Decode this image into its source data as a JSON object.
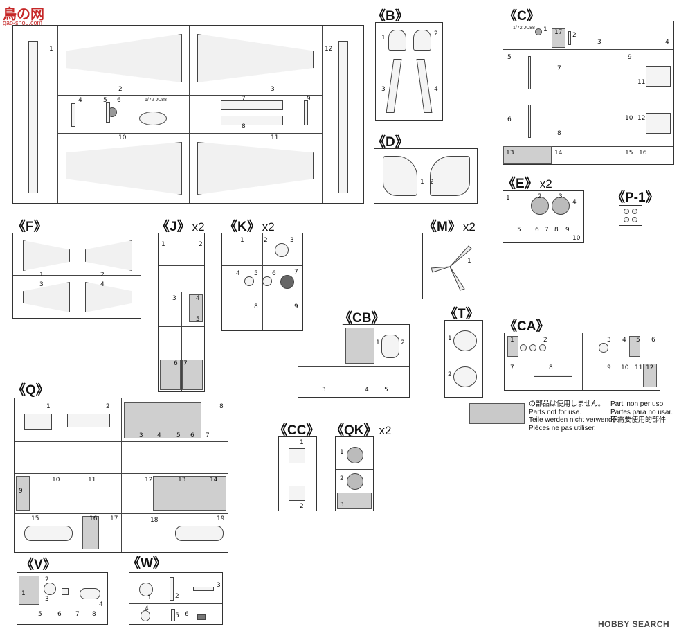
{
  "watermark": {
    "logo_text": "鳥の网",
    "logo_sub": "gao-shou.com",
    "brand": "HOBBY SEARCH"
  },
  "sprues": {
    "A": {
      "title": "",
      "nums": [
        "1",
        "2",
        "3",
        "4",
        "5",
        "6",
        "7",
        "8",
        "9",
        "10",
        "11",
        "12"
      ],
      "stamp": "1/72 JU88"
    },
    "B": {
      "title": "《B》",
      "nums": [
        "1",
        "2",
        "3",
        "4"
      ]
    },
    "C": {
      "title": "《C》",
      "nums": [
        "1",
        "2",
        "3",
        "4",
        "5",
        "6",
        "7",
        "8",
        "9",
        "10",
        "11",
        "12",
        "13",
        "14",
        "15",
        "16",
        "17"
      ],
      "stamp": "1/72 JU88"
    },
    "D": {
      "title": "《D》",
      "nums": [
        "1",
        "2"
      ]
    },
    "E": {
      "title": "《E》",
      "mult": "x2",
      "nums": [
        "1",
        "2",
        "3",
        "4",
        "5",
        "6",
        "7",
        "8",
        "9",
        "10"
      ]
    },
    "P1": {
      "title": "《P-1》"
    },
    "F": {
      "title": "《F》",
      "nums": [
        "1",
        "2",
        "3",
        "4"
      ]
    },
    "J": {
      "title": "《J》",
      "mult": "x2",
      "nums": [
        "1",
        "2",
        "3",
        "4",
        "5",
        "6",
        "7"
      ]
    },
    "K": {
      "title": "《K》",
      "mult": "x2",
      "nums": [
        "1",
        "2",
        "3",
        "4",
        "5",
        "6",
        "7",
        "8",
        "9"
      ]
    },
    "M": {
      "title": "《M》",
      "mult": "x2",
      "nums": [
        "1"
      ]
    },
    "CB": {
      "title": "《CB》",
      "nums": [
        "1",
        "2",
        "3",
        "4",
        "5"
      ]
    },
    "T": {
      "title": "《T》",
      "nums": [
        "1",
        "2"
      ]
    },
    "CA": {
      "title": "《CA》",
      "nums": [
        "1",
        "2",
        "3",
        "4",
        "5",
        "6",
        "7",
        "8",
        "9",
        "10",
        "11",
        "12"
      ]
    },
    "Q": {
      "title": "《Q》",
      "nums": [
        "1",
        "2",
        "3",
        "4",
        "5",
        "6",
        "7",
        "8",
        "9",
        "10",
        "11",
        "12",
        "13",
        "14",
        "15",
        "16",
        "17",
        "18",
        "19"
      ]
    },
    "CC": {
      "title": "《CC》",
      "nums": [
        "1",
        "2"
      ]
    },
    "QK": {
      "title": "《QK》",
      "mult": "x2",
      "nums": [
        "1",
        "2",
        "3"
      ]
    },
    "V": {
      "title": "《V》",
      "nums": [
        "1",
        "2",
        "3",
        "4",
        "5",
        "6",
        "7",
        "8"
      ]
    },
    "W": {
      "title": "《W》",
      "nums": [
        "1",
        "2",
        "3",
        "4",
        "5",
        "6"
      ]
    }
  },
  "legend": {
    "jp": "の部品は使用しません。",
    "en": "Parts not for use.",
    "de": "Teile werden nicht verwendet.",
    "fr": "Pièces ne pas utiliser.",
    "it": "Parti non per uso.",
    "es": "Partes para no usar.",
    "zh": "不需要使用的部件"
  },
  "colors": {
    "unused_parts": "#c9c9c9",
    "logo_red": "#c62828"
  }
}
